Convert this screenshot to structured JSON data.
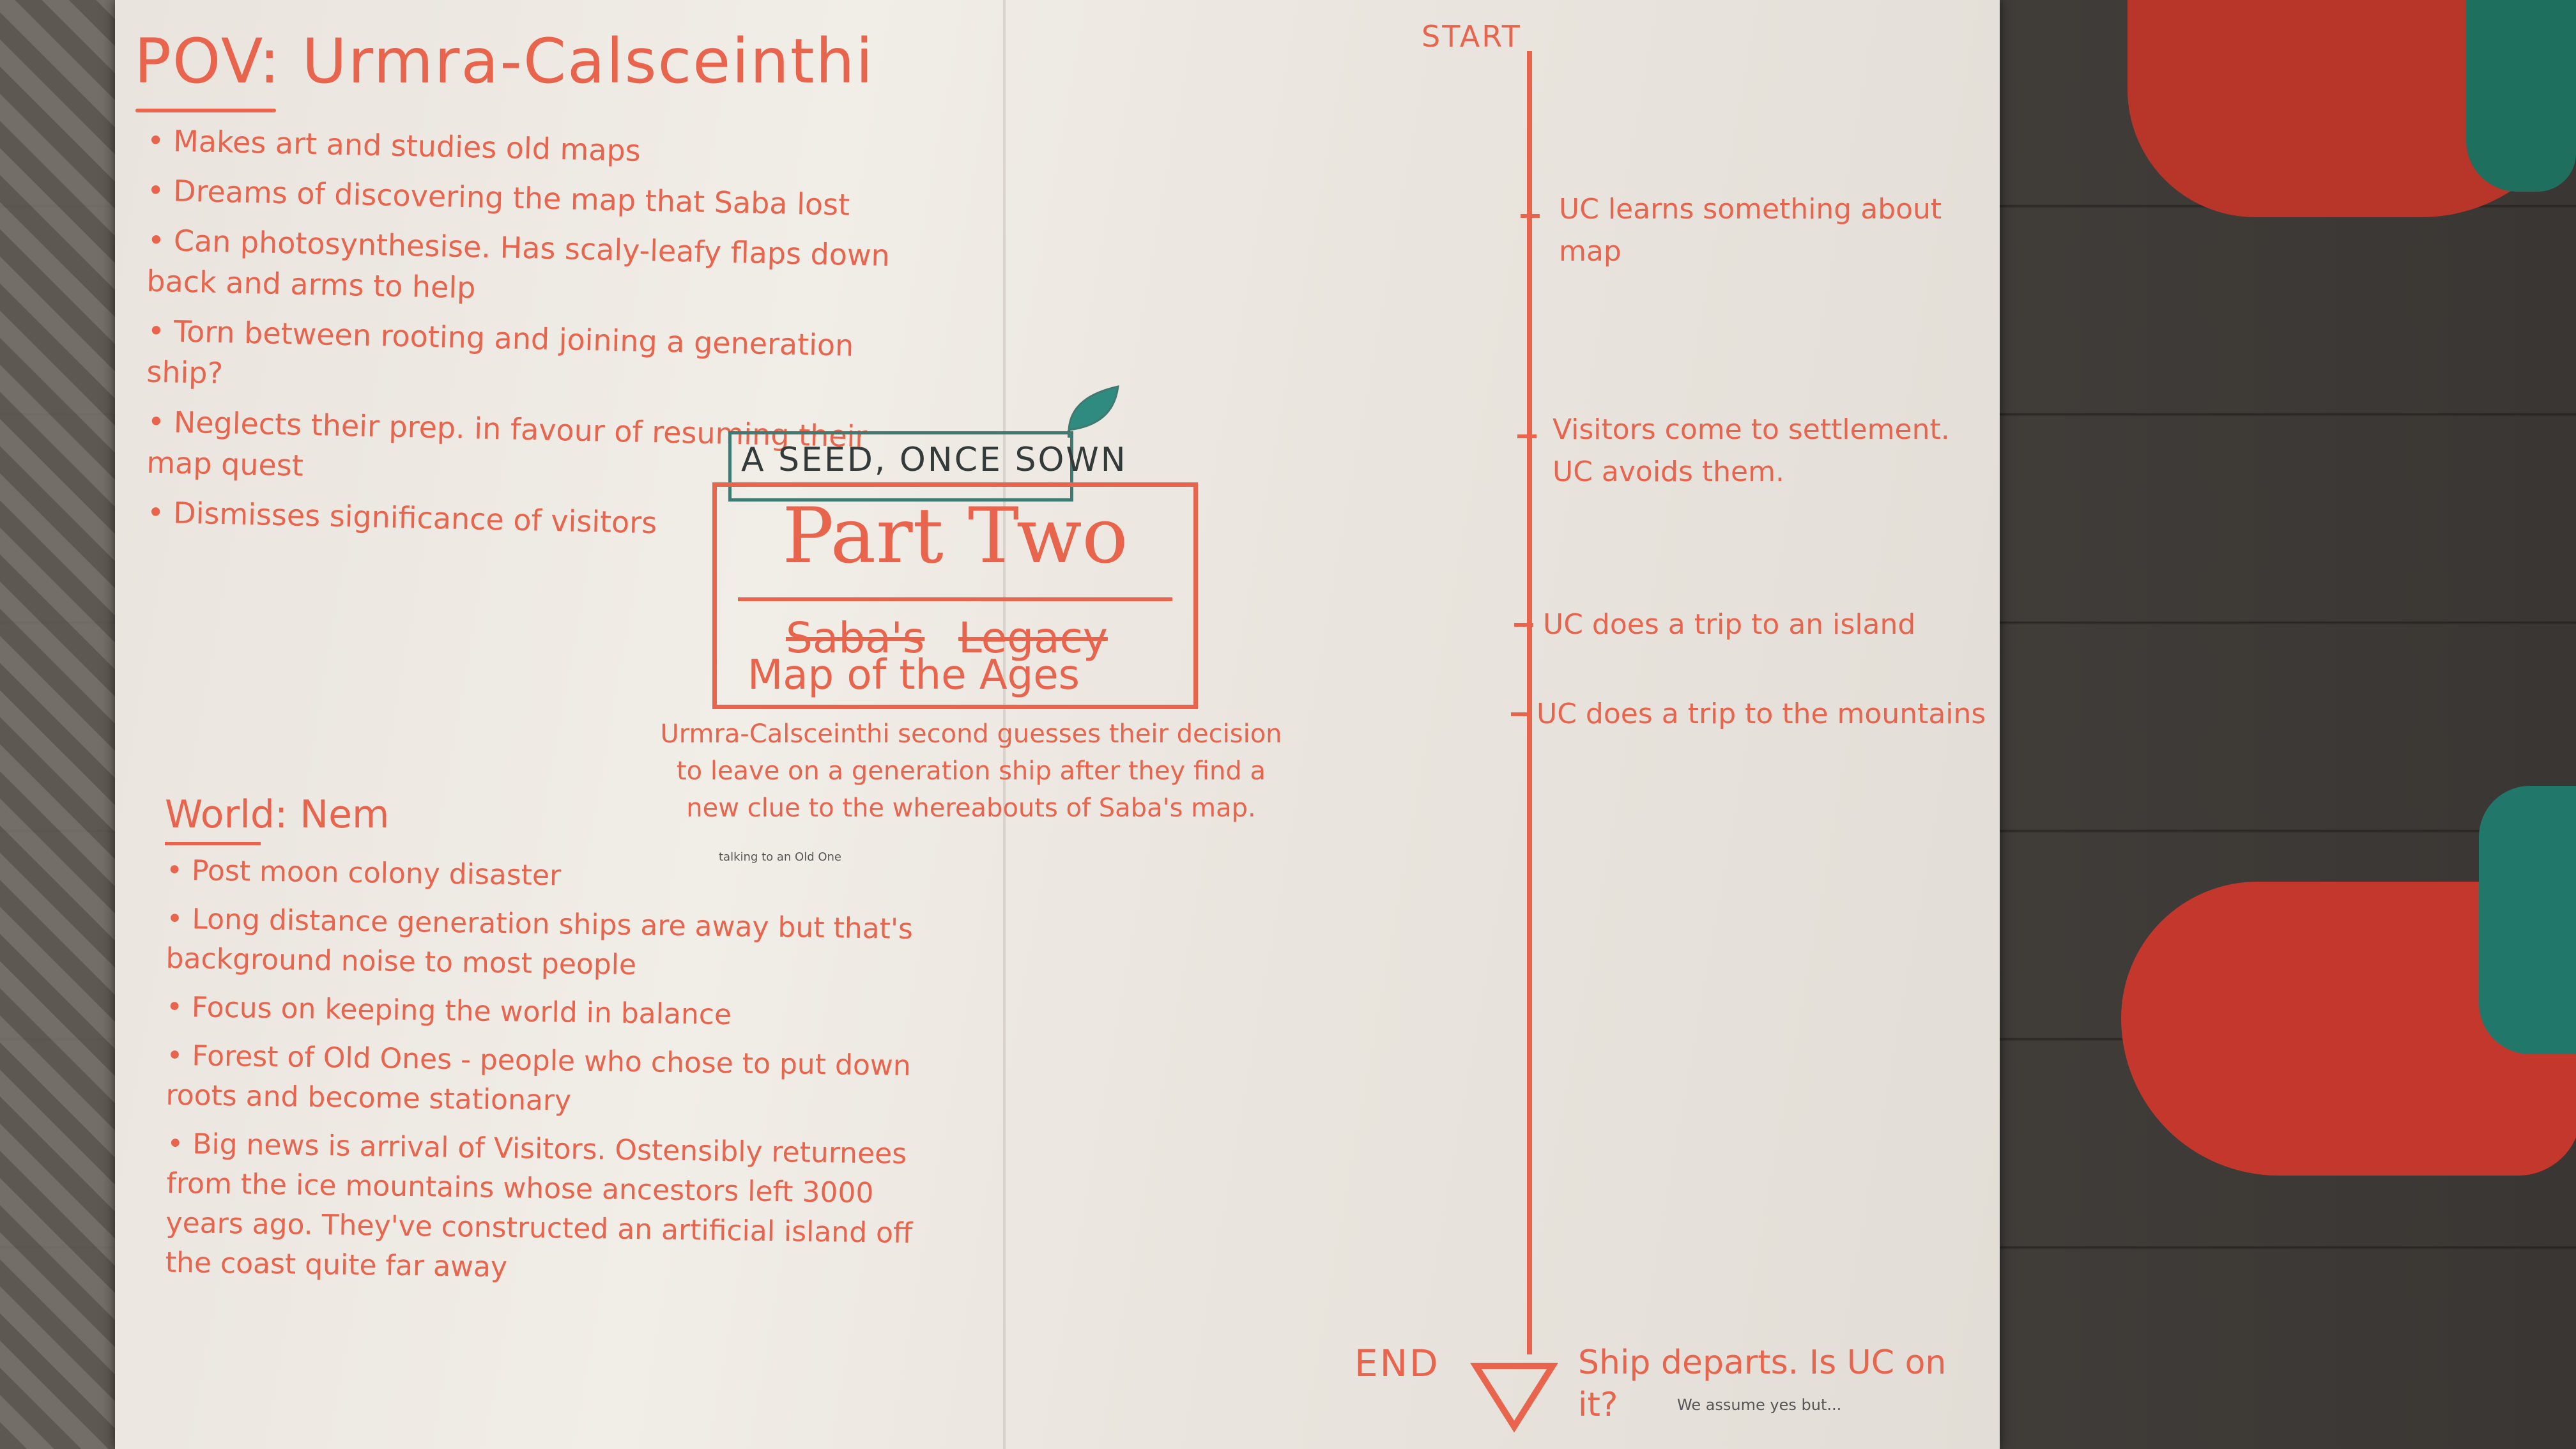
{
  "pov": {
    "title": "POV: Urmra-Calsceinthi",
    "notes": [
      "Makes art and studies old maps",
      "Dreams of discovering the map that Saba lost",
      "Can photosynthesise. Has scaly-leafy flaps down back and arms to help",
      "Torn between rooting and joining a generation ship?",
      "Neglects their prep. in favour of resuming their map quest",
      "Dismisses significance of visitors"
    ]
  },
  "world": {
    "title": "World: Nem",
    "notes": [
      "Post moon colony disaster",
      "Long distance generation ships are away but that's background noise to most people",
      "Focus on keeping the world in balance",
      "Forest of Old Ones - people who chose to put down roots and become stationary",
      "Big news is arrival of Visitors. Ostensibly returnees from the ice mountains whose ancestors left 3000 years ago. They've constructed an artificial island off the coast quite far away"
    ]
  },
  "center": {
    "banner": "A SEED, ONCE SOWN",
    "heading": "Part Two",
    "struck_title_1": "Saba's",
    "struck_title_2": "Legacy",
    "subtitle": "Map of the Ages",
    "caption": "Urmra-Calsceinthi second guesses their decision to leave on a generation ship after they find a new clue to the whereabouts of Saba's map.",
    "tiny_note": "talking to an Old One"
  },
  "timeline": {
    "start": "START",
    "end": "END",
    "events": [
      "UC learns something about map",
      "Visitors come to settlement. UC avoids them.",
      "UC does a trip to an island",
      "UC does a trip to the mountains"
    ],
    "final_event": "Ship departs. Is UC on it?",
    "final_note": "We assume yes but..."
  },
  "colors": {
    "ink": "#e8644d",
    "teal": "#3f7a72",
    "paper": "#f1ede7",
    "slipper": "#c4372c"
  }
}
